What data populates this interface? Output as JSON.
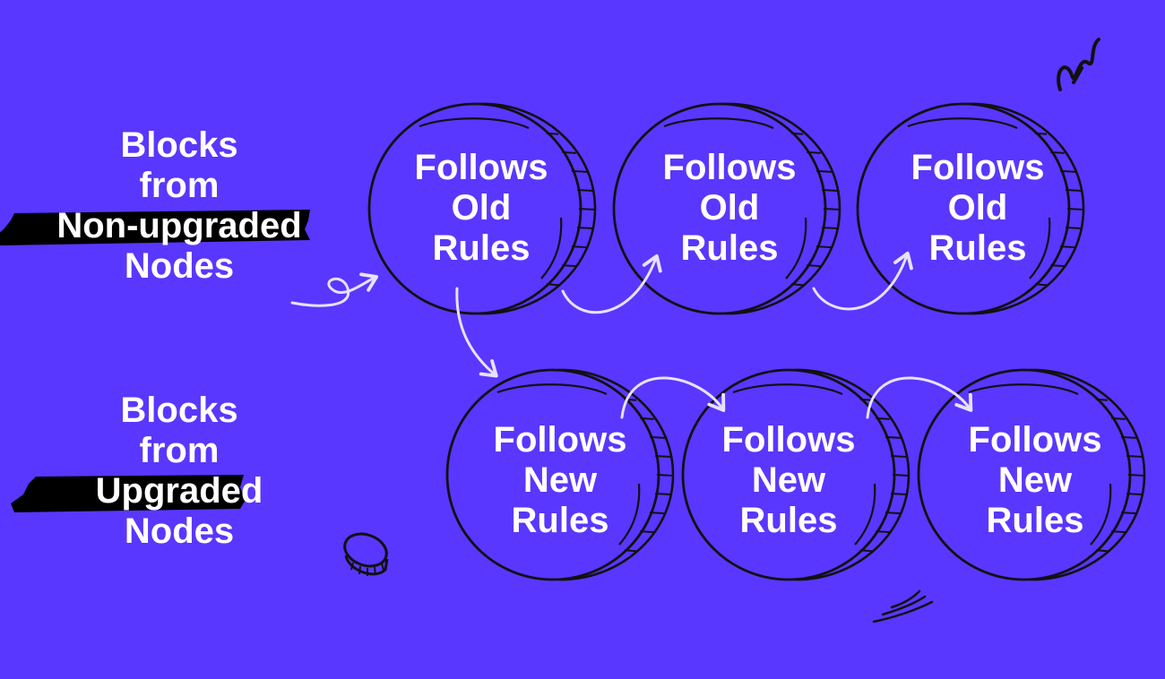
{
  "legend": {
    "old": {
      "line1": "Blocks",
      "line2": "from",
      "highlight": "Non-upgraded",
      "line4": "Nodes"
    },
    "new": {
      "line1": "Blocks",
      "line2": "from",
      "highlight": "Upgraded",
      "line4": "Nodes"
    }
  },
  "chain_old": [
    {
      "line1": "Follows",
      "line2": "Old",
      "line3": "Rules"
    },
    {
      "line1": "Follows",
      "line2": "Old",
      "line3": "Rules"
    },
    {
      "line1": "Follows",
      "line2": "Old",
      "line3": "Rules"
    }
  ],
  "chain_new": [
    {
      "line1": "Follows",
      "line2": "New",
      "line3": "Rules"
    },
    {
      "line1": "Follows",
      "line2": "New",
      "line3": "Rules"
    },
    {
      "line1": "Follows",
      "line2": "New",
      "line3": "Rules"
    }
  ],
  "colors": {
    "background": "#5937FE",
    "ink": "#111111",
    "text": "#ffffff",
    "arrow": "#E6E2FF",
    "highlight": "#000000"
  },
  "icons": [
    "coin-icon",
    "arrow-icon",
    "squiggle-icon",
    "speed-lines-icon"
  ]
}
